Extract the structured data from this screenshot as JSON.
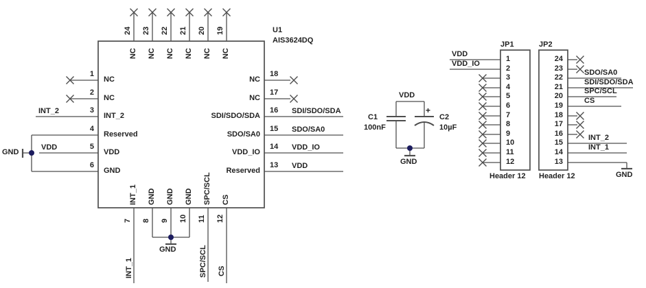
{
  "ic": {
    "refdes": "U1",
    "part": "AIS3624DQ",
    "pins_left": [
      {
        "n": "1",
        "name": "NC"
      },
      {
        "n": "2",
        "name": "NC"
      },
      {
        "n": "3",
        "name": "INT_2"
      },
      {
        "n": "4",
        "name": "Reserved"
      },
      {
        "n": "5",
        "name": "VDD"
      },
      {
        "n": "6",
        "name": "GND"
      }
    ],
    "pins_right": [
      {
        "n": "18",
        "name": "NC"
      },
      {
        "n": "17",
        "name": "NC"
      },
      {
        "n": "16",
        "name": "SDI/SDO/SDA"
      },
      {
        "n": "15",
        "name": "SDO/SA0"
      },
      {
        "n": "14",
        "name": "VDD_IO"
      },
      {
        "n": "13",
        "name": "Reserved"
      }
    ],
    "pins_top": [
      {
        "n": "24",
        "name": "NC"
      },
      {
        "n": "23",
        "name": "NC"
      },
      {
        "n": "22",
        "name": "NC"
      },
      {
        "n": "21",
        "name": "NC"
      },
      {
        "n": "20",
        "name": "NC"
      },
      {
        "n": "19",
        "name": "NC"
      }
    ],
    "pins_bottom": [
      {
        "n": "7",
        "name": "INT_1"
      },
      {
        "n": "8",
        "name": "GND"
      },
      {
        "n": "9",
        "name": "GND"
      },
      {
        "n": "10",
        "name": "GND"
      },
      {
        "n": "11",
        "name": "SPC/SCL"
      },
      {
        "n": "12",
        "name": "CS"
      }
    ]
  },
  "nets": {
    "int2": "INT_2",
    "int1": "INT_1",
    "vdd": "VDD",
    "vddio": "VDD_IO",
    "gnd": "GND",
    "spcscl": "SPC/SCL",
    "cs": "CS",
    "sdisdosda": "SDI/SDO/SDA",
    "sdosa0": "SDO/SA0"
  },
  "caps": {
    "rail": "VDD",
    "gnd": "GND",
    "c1_ref": "C1",
    "c1_val": "100nF",
    "c2_ref": "C2",
    "c2_val": "10µF",
    "plus": "+"
  },
  "jp1": {
    "ref": "JP1",
    "type": "Header 12",
    "pins": [
      "1",
      "2",
      "3",
      "4",
      "5",
      "6",
      "7",
      "8",
      "9",
      "10",
      "11",
      "12"
    ],
    "net1": "VDD",
    "net2": "VDD_IO"
  },
  "jp2": {
    "ref": "JP2",
    "type": "Header 12",
    "pins": [
      "24",
      "23",
      "22",
      "21",
      "20",
      "19",
      "18",
      "17",
      "16",
      "15",
      "14",
      "13"
    ],
    "net22": "SDO/SA0",
    "net21": "SDI/SDO/SDA",
    "net20": "SPC/SCL",
    "net19": "CS",
    "net15": "INT_2",
    "net14": "INT_1",
    "gnd": "GND"
  },
  "colors": {
    "wire": "#4d4d4d",
    "junction": "#1c1c5e",
    "text": "#222222",
    "background": "#ffffff"
  }
}
